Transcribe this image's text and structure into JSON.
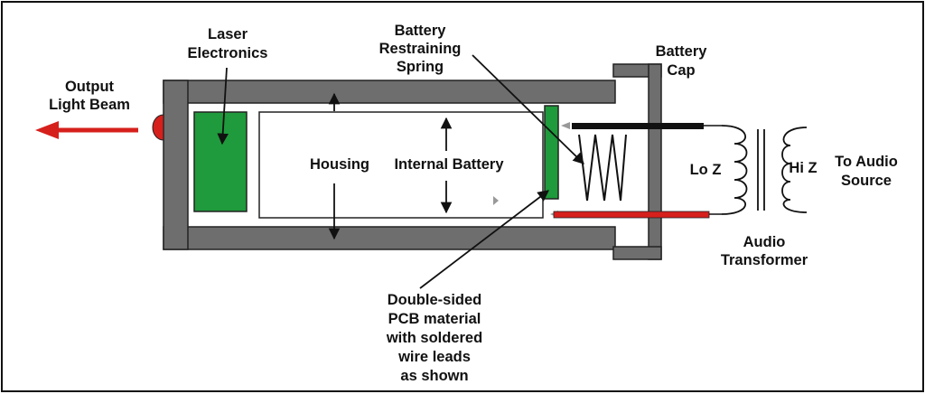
{
  "labels": {
    "output_line1": "Output",
    "output_line2": "Light Beam",
    "laser_line1": "Laser",
    "laser_line2": "Electronics",
    "restrain_line1": "Battery",
    "restrain_line2": "Restraining",
    "restrain_line3": "Spring",
    "cap_line1": "Battery",
    "cap_line2": "Cap",
    "housing": "Housing",
    "internal_battery": "Internal Battery",
    "lo_z": "Lo Z",
    "hi_z": "Hi Z",
    "audio_src_line1": "To Audio",
    "audio_src_line2": "Source",
    "transformer_line1": "Audio",
    "transformer_line2": "Transformer",
    "pcb_line1": "Double-sided",
    "pcb_line2": "PCB material",
    "pcb_line3": "with soldered",
    "pcb_line4": "wire leads",
    "pcb_line5": "as shown"
  },
  "colors": {
    "housing_gray": "#6e6e6e",
    "pcb_green": "#1f9a3c",
    "beam_red": "#d6201c",
    "wire_red": "#d6201c",
    "wire_black": "#111111"
  }
}
